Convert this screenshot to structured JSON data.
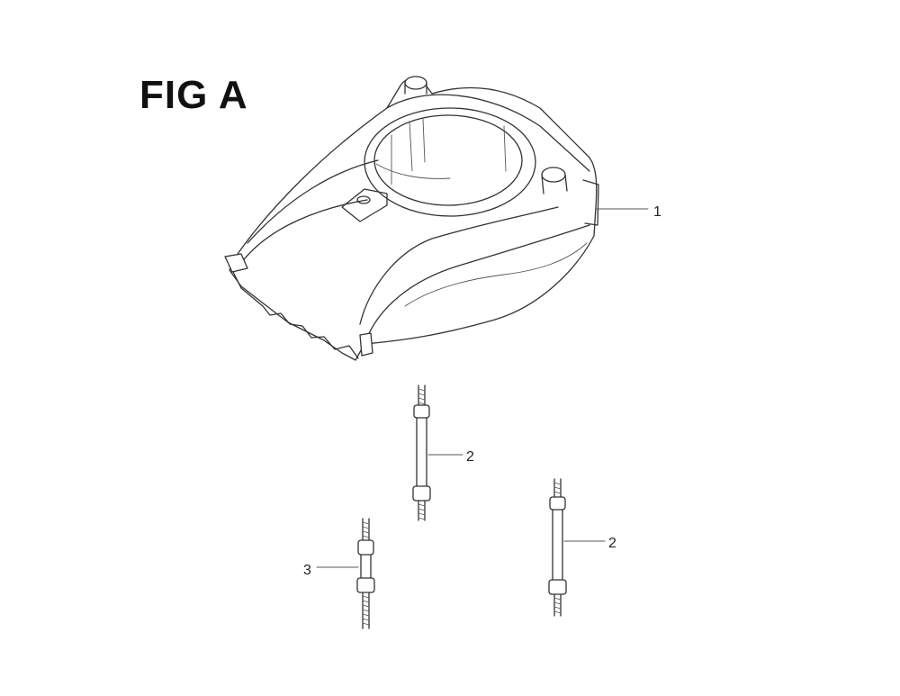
{
  "figure": {
    "title": "FIG A"
  },
  "parts": [
    {
      "ref": "1"
    },
    {
      "ref": "2"
    },
    {
      "ref": "2"
    },
    {
      "ref": "3"
    }
  ]
}
